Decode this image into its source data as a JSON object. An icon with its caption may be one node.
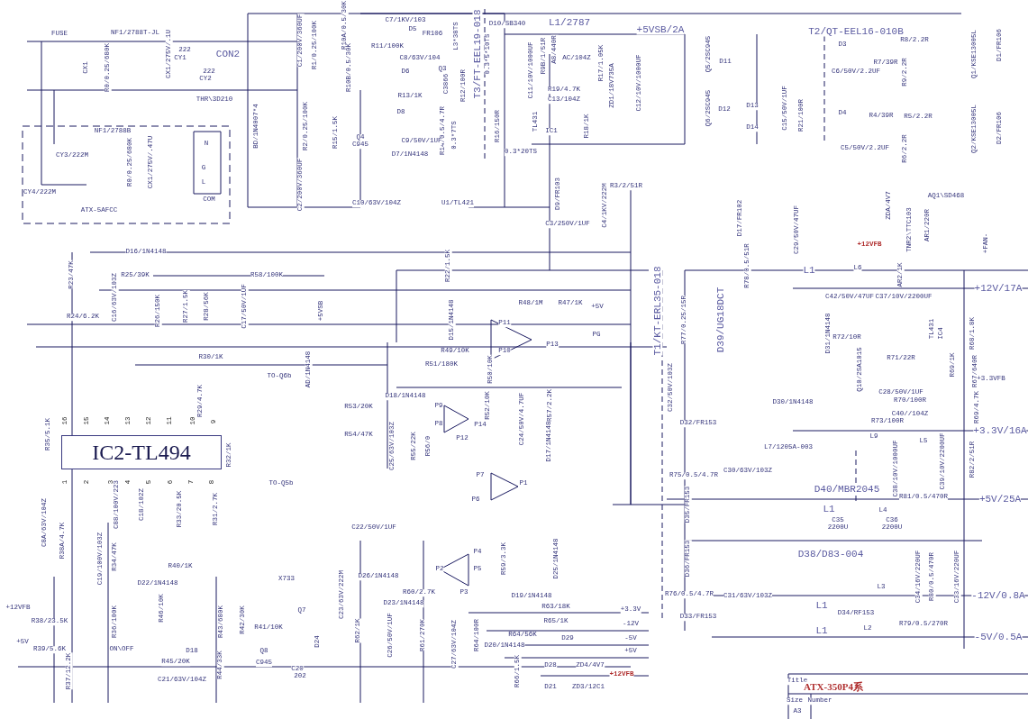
{
  "diagram": {
    "nodes": [
      {
        "text": [
          "IC2-TL494"
        ]
      }
    ],
    "labels": [
      "FUSE",
      "NF1/2788T-JL",
      "CX1",
      "R0/0.25/680K",
      "CX1/275V/.1U",
      "222",
      "CY1",
      "CON2",
      "222",
      "CY2",
      "THR\\3D210",
      "C1/200V/360UF",
      "R1/0.25/100K",
      "NF1/2788B",
      "BD/1N4007*4",
      "R2/0.25/100K",
      "R15/1.5K",
      "CY3/222M",
      "R0/0.25/680K",
      "CX1/275V/.47U",
      "N",
      "G",
      "L",
      "C2/200V/360UF",
      "CY4/222M",
      "COM",
      "ATX-5AFCC",
      "R10A/0.5/30K",
      "C7/1KV/103",
      "D5",
      "FR106",
      "L3*38TS",
      "R11/100K",
      "T3/FT-EEL19-018",
      "0.3*5*10TS",
      "D10/SB340",
      "L1/2787",
      "+5VSB/2A",
      "C8/63V/104",
      "R10B/0.5/30K",
      "D6",
      "Q3",
      "C3866",
      "R12/100R",
      "C11/10V/1000UF",
      "R9B/1/51R",
      "A8/440R",
      "AC/104Z",
      "R17/1.05K",
      "ZD1/18V735A",
      "C12/10V/1000UF",
      "R19/4.7K",
      "R13/1K",
      "C13/104Z",
      "D8",
      "TL431",
      "IC1",
      "R18/1K",
      "R16/150R",
      "R14/0.5/4.7R",
      "0.3*7TS",
      "Q4",
      "C945",
      "C9/50V/1UF",
      "0.3*20TS",
      "D7/1N4148",
      "Q5/2SC945",
      "D11",
      "T2/QT-EEL16-010B",
      "D3",
      "R8/2.2R",
      "D1/FR106",
      "Q1/KSE13005L",
      "R7/39R",
      "C6/50V/2.2UF",
      "R9/2.2R",
      "Q6/2SC945",
      "D12",
      "D13",
      "D14",
      "C15/50V/1UF",
      "R21/100R",
      "D4",
      "R4/39R",
      "R5/2.2R",
      "Q2/KSE13005L",
      "D2/FR106",
      "C5/50V/2.2UF",
      "R6/2.2R",
      "D9/FR103",
      "R3/2/51R",
      "C10/63V/104Z",
      "U1/TL421",
      "C4/1KV/222M",
      "ZDA/4V7",
      "AQ1\\SD468",
      "C3/250V/1UF",
      "D17/FR102",
      "C29/50V/47UF",
      "TNR2\\TTC103",
      "AR1/220R",
      "+FAN-",
      "+12VFB",
      "D16/1N4148",
      "R23/47K",
      "R25/39K",
      "R58/100K",
      "R22/1.5K",
      "R78/0.5/51R",
      "L1",
      "L6",
      "AR2/1K",
      "+12V/17A",
      "C42/50V/47UF",
      "C37/10V/2200UF",
      "C16/63V/103Z",
      "R48/1M",
      "R47/1K",
      "+5V",
      "R27/1.5K",
      "R28/56K",
      "C17/50V/1UF",
      "+5VSB",
      "R26/150K",
      "T1/KT-ERL35-018",
      "R24/6.2K",
      "D15/1N4148",
      "R77/0.25/15R",
      "D39/UG18DCT",
      "P11",
      "D31/1N4148",
      "R72/10R",
      "TL431",
      "IC4",
      "R68/1.8K",
      "PG",
      "P13",
      "R49/10K",
      "P10",
      "R30/1K",
      "R71/22R",
      "AD/1N4148",
      "R51/180K",
      "R50/10K",
      "Q10/2SA1015",
      "R69/1K",
      "R67/640R",
      "TO-Q6b",
      "+3.3VFB",
      "C32/50V/103Z",
      "C28/50V/1UF",
      "D18/1N4148",
      "R69/4.7K",
      "R70/100R",
      "R29/4.7K",
      "D30/1N4148",
      "R53/20K",
      "P9",
      "R52/10K",
      "R57/2.2K",
      "C24/50V/4.7UF",
      "C40//104Z",
      "16",
      "15",
      "14",
      "13",
      "12",
      "11",
      "10",
      "9",
      "D32/FR153",
      "R73/100R",
      "P8",
      "P14",
      "+3.3V/16A",
      "R35/5.1K",
      "R54/47K",
      "L9",
      "P12",
      "D17/1N4148",
      "L5",
      "C25/63V/103Z",
      "R55/22K",
      "R56/0",
      "L7/1205A-003",
      "R32/1K",
      "R82/2/51R",
      "C38/10V/1000UF",
      "C39/10V/2200UF",
      "P7",
      "R75/0.5/4.7R",
      "C30/63V/103Z",
      "1",
      "2",
      "3",
      "4",
      "5",
      "6",
      "7",
      "8",
      "TO-Q5b",
      "P1",
      "D40/MBR2045",
      "R81/0.5/470R",
      "P6",
      "+5V/25A",
      "C88/100V/223",
      "C18/102Z",
      "R33/20.5K",
      "R31/2.7K",
      "D35/FR153",
      "L1",
      "L4",
      "C35",
      "2200U",
      "C36",
      "2200U",
      "C8A/63V/104Z",
      "C22/50V/1UF",
      "R38A/4.7K",
      "P4",
      "D38/D83-004",
      "C19/100V/103Z",
      "R34/47K",
      "R59/3.3K",
      "D25/1N4148",
      "D36/FR153",
      "R40/1K",
      "P2",
      "P5",
      "D26/1N4148",
      "C34/16V/220UF",
      "R80/0.5/470R",
      "C33/16V/220UF",
      "X733",
      "D22/1N4148",
      "L3",
      "R60/2.7K",
      "P3",
      "R76/0.5/4.7R",
      "C31/63V/103Z",
      "C23/63V/222M",
      "-12V/0.8A",
      "D19/1N4148",
      "+12VFB",
      "R46/10K",
      "Q7",
      "D23/1N4148",
      "R63/18K",
      "+3.3V",
      "L1",
      "D34/RF153",
      "D33/FR153",
      "R42/30K",
      "R38/23.5K",
      "R36/100K",
      "R43/680K",
      "R65/1K",
      "-12V",
      "R79/0.5/270R",
      "R41/10K",
      "L2",
      "L1",
      "R62/1K",
      "C26/50V/1UF",
      "R61/270K",
      "R64/100R",
      "R64/56K",
      "-5V/0.5A",
      "D29",
      "-5V",
      "D24",
      "+5V",
      "C27/63V/104Z",
      "D20/1N4148",
      "R39/5.6K",
      "ON\\OFF",
      "D18",
      "Q8",
      "+5V",
      "R45/20K",
      "C945",
      "R44/33K",
      "D28",
      "ZD4/4V7",
      "C20",
      "R37/12.2K",
      "R66/1.5K",
      "+12VFB",
      "202",
      "C21/63V/104Z",
      "Title",
      "ATX-350P4系",
      "D21",
      "ZD3/12C1",
      "Size",
      "Number",
      "A3"
    ]
  }
}
